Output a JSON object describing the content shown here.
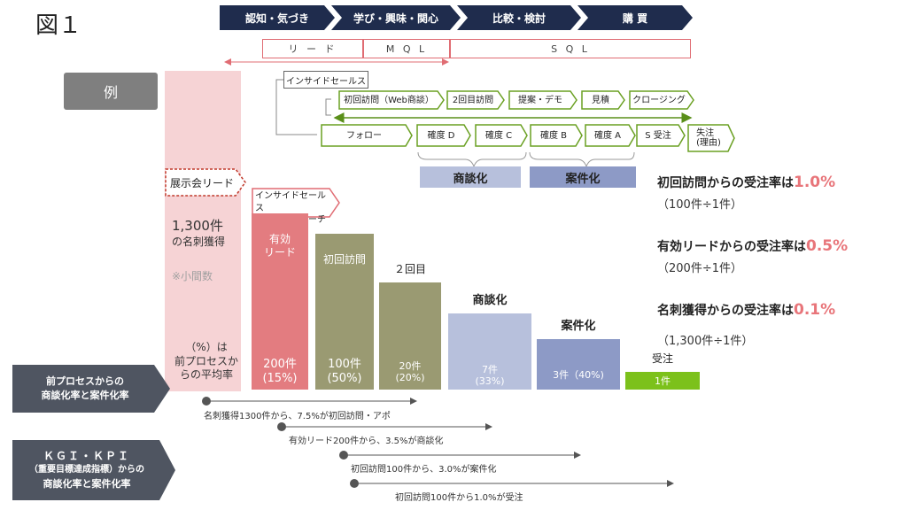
{
  "title": "図１",
  "stages": [
    "認知・気づき",
    "学び・興味・関心",
    "比較・検討",
    "購 買"
  ],
  "phases": [
    "リ ー ド",
    "M Q L",
    "S Q L"
  ],
  "inside_sales_tag": "インサイドセールス",
  "example_label": "例",
  "process_steps": [
    "初回訪問（Web商談）",
    "2回目訪問",
    "提案・デモ",
    "見積",
    "クロージング"
  ],
  "confidence_steps": [
    "フォロー",
    "確度 D",
    "確度 C",
    "確度 B",
    "確度 A",
    "S 受注",
    "失注\n(理由)"
  ],
  "groups": {
    "shodan": "商談化",
    "anken": "案件化"
  },
  "lead_col": {
    "tag": "展示会リード",
    "count": "1,300件",
    "count_sub": "の名刺獲得",
    "note": "※小間数",
    "pct_note": "（%）は\n前プロセスか\nらの平均率"
  },
  "call_tag": "インサイドセールス\nが電話アプローチ",
  "bars": [
    {
      "label": "有効\nリード",
      "value": "200件\n(15%)",
      "count": 200,
      "color": "#e37c80"
    },
    {
      "label": "初回訪問",
      "value": "100件\n(50%)",
      "count": 100,
      "color": "#9a9a72"
    },
    {
      "label": "２回目",
      "value": "20件\n(20%)",
      "count": 20,
      "color": "#9a9a72"
    },
    {
      "label": "商談化",
      "value": "7件\n(33%)",
      "count": 7,
      "color": "#b7c0dc"
    },
    {
      "label": "案件化",
      "value": "3件（40%)",
      "count": 3,
      "color": "#8d9ac6"
    },
    {
      "label": "受注",
      "value": "1件",
      "count": 1,
      "color": "#7cc11b"
    }
  ],
  "rates": [
    {
      "text": "初回訪問からの受注率は",
      "pct": "1.0%",
      "calc": "（100件÷1件）"
    },
    {
      "text": "有効リードからの受注率は",
      "pct": "0.5%",
      "calc": "（200件÷1件）"
    },
    {
      "text": "名刺獲得からの受注率は",
      "pct": "0.1%",
      "calc": "（1,300件÷1件）"
    }
  ],
  "left_labels": {
    "pre_process": "前プロセスからの\n商談化率と案件化率",
    "kgi_line1": "ＫＧＩ・ＫＰＩ",
    "kgi_line2": "（重要目標達成指標）からの",
    "kgi_line3": "商談化率と案件化率"
  },
  "kpi_arrows": [
    "名刺獲得1300件から、7.5%が初回訪問・アポ",
    "有効リード200件から、3.5%が商談化",
    "初回訪問100件から、3.0%が案件化",
    "初回訪問100件から1.0%が受注"
  ],
  "colors": {
    "navy": "#1f2c4d",
    "pink": "#e06c73",
    "green_outline": "#6aa022",
    "olive": "#9a9a72"
  }
}
